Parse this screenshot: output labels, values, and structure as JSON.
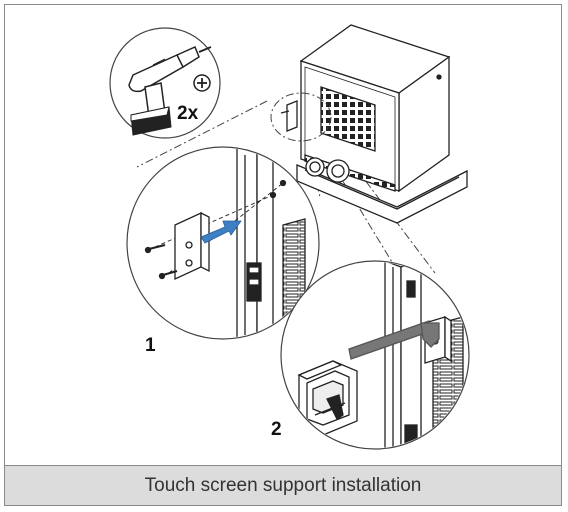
{
  "caption": "Touch screen support installation",
  "labels": {
    "screw_count": "2x",
    "step_one": "1",
    "step_two": "2"
  },
  "colors": {
    "accent_arrow": "#3f7fc4",
    "caption_bg": "#dcdcdc",
    "strap": "#777777"
  },
  "icons": [
    "drill-icon",
    "phillips-screw-icon"
  ]
}
